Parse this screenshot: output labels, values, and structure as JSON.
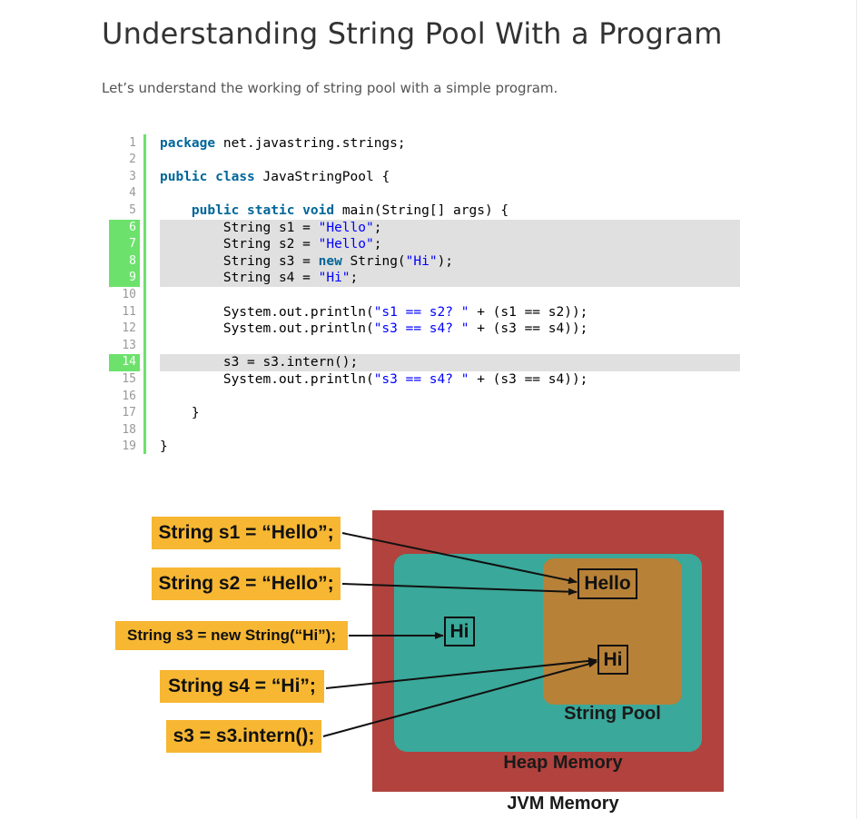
{
  "article": {
    "title": "Understanding String Pool With a Program",
    "intro": "Let’s understand the working of string pool with a simple program."
  },
  "code": {
    "highlighted_lines": [
      6,
      7,
      8,
      9,
      14
    ],
    "lines": [
      {
        "num": "1",
        "tokens": [
          {
            "t": "package",
            "c": "kw"
          },
          {
            "t": " net.javastring.strings;"
          }
        ]
      },
      {
        "num": "2",
        "tokens": []
      },
      {
        "num": "3",
        "tokens": [
          {
            "t": "public",
            "c": "kw"
          },
          {
            "t": " "
          },
          {
            "t": "class",
            "c": "kw"
          },
          {
            "t": " JavaStringPool {"
          }
        ]
      },
      {
        "num": "4",
        "tokens": []
      },
      {
        "num": "5",
        "tokens": [
          {
            "t": "    "
          },
          {
            "t": "public",
            "c": "kw"
          },
          {
            "t": " "
          },
          {
            "t": "static",
            "c": "kw"
          },
          {
            "t": " "
          },
          {
            "t": "void",
            "c": "kw"
          },
          {
            "t": " main(String[] args) {"
          }
        ]
      },
      {
        "num": "6",
        "tokens": [
          {
            "t": "        String s1 = "
          },
          {
            "t": "\"Hello\"",
            "c": "str"
          },
          {
            "t": ";"
          }
        ]
      },
      {
        "num": "7",
        "tokens": [
          {
            "t": "        String s2 = "
          },
          {
            "t": "\"Hello\"",
            "c": "str"
          },
          {
            "t": ";"
          }
        ]
      },
      {
        "num": "8",
        "tokens": [
          {
            "t": "        String s3 = "
          },
          {
            "t": "new",
            "c": "kw"
          },
          {
            "t": " String("
          },
          {
            "t": "\"Hi\"",
            "c": "str"
          },
          {
            "t": ");"
          }
        ]
      },
      {
        "num": "9",
        "tokens": [
          {
            "t": "        String s4 = "
          },
          {
            "t": "\"Hi\"",
            "c": "str"
          },
          {
            "t": ";"
          }
        ]
      },
      {
        "num": "10",
        "tokens": []
      },
      {
        "num": "11",
        "tokens": [
          {
            "t": "        System.out.println("
          },
          {
            "t": "\"s1 == s2? \"",
            "c": "str"
          },
          {
            "t": " + (s1 == s2));"
          }
        ]
      },
      {
        "num": "12",
        "tokens": [
          {
            "t": "        System.out.println("
          },
          {
            "t": "\"s3 == s4? \"",
            "c": "str"
          },
          {
            "t": " + (s3 == s4));"
          }
        ]
      },
      {
        "num": "13",
        "tokens": []
      },
      {
        "num": "14",
        "tokens": [
          {
            "t": "        s3 = s3.intern();"
          }
        ]
      },
      {
        "num": "15",
        "tokens": [
          {
            "t": "        System.out.println("
          },
          {
            "t": "\"s3 == s4? \"",
            "c": "str"
          },
          {
            "t": " + (s3 == s4));"
          }
        ]
      },
      {
        "num": "16",
        "tokens": []
      },
      {
        "num": "17",
        "tokens": [
          {
            "t": "    }"
          }
        ]
      },
      {
        "num": "18",
        "tokens": []
      },
      {
        "num": "19",
        "tokens": [
          {
            "t": "}"
          }
        ]
      }
    ]
  },
  "diagram": {
    "statements": {
      "s1": "String s1 = “Hello”;",
      "s2": "String s2 = “Hello”;",
      "s3": "String s3 = new String(“Hi”);",
      "s4": "String s4 = “Hi”;",
      "intern": "s3 = s3.intern();"
    },
    "objects": {
      "hello_pool": "Hello",
      "hi_heap": "Hi",
      "hi_pool": "Hi"
    },
    "regions": {
      "pool": "String Pool",
      "heap": "Heap Memory",
      "jvm": "JVM Memory"
    },
    "colors": {
      "statement_bg": "#f7b733",
      "jvm_bg": "#b1423d",
      "heap_bg": "#3aa89a",
      "pool_bg": "#b88138",
      "line_highlight": "#e0e0e0",
      "gutter_accent": "#6ce26c"
    }
  }
}
